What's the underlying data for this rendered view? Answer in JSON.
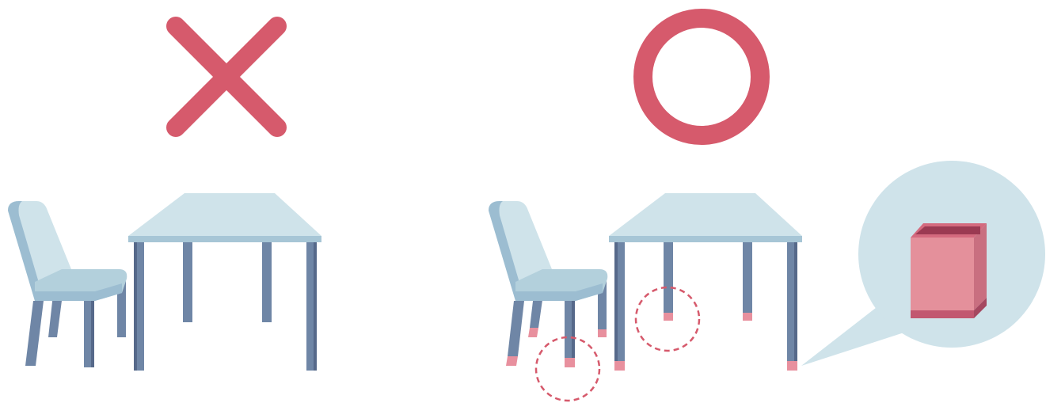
{
  "colors": {
    "accent_red": "#d65a6c",
    "table_top": "#cfe3ea",
    "table_edge": "#a7c6d6",
    "leg": "#6f86a6",
    "leg_shadow": "#56698a",
    "chair_back": "#cfe3ea",
    "chair_back_edge": "#9cbdd1",
    "chair_seat": "#b3d0dc",
    "leg_cap": "#e8909e",
    "bubble": "#cfe3ea",
    "cap_front": "#e4909b",
    "cap_side": "#c96f80",
    "cap_inner": "#9b3a52",
    "cap_top": "#d46a7e",
    "dashed": "#d65a6c"
  },
  "panels": [
    {
      "id": "wrong",
      "mark": "cross-icon",
      "meaning": "incorrect"
    },
    {
      "id": "right",
      "mark": "circle-icon",
      "meaning": "correct"
    }
  ]
}
